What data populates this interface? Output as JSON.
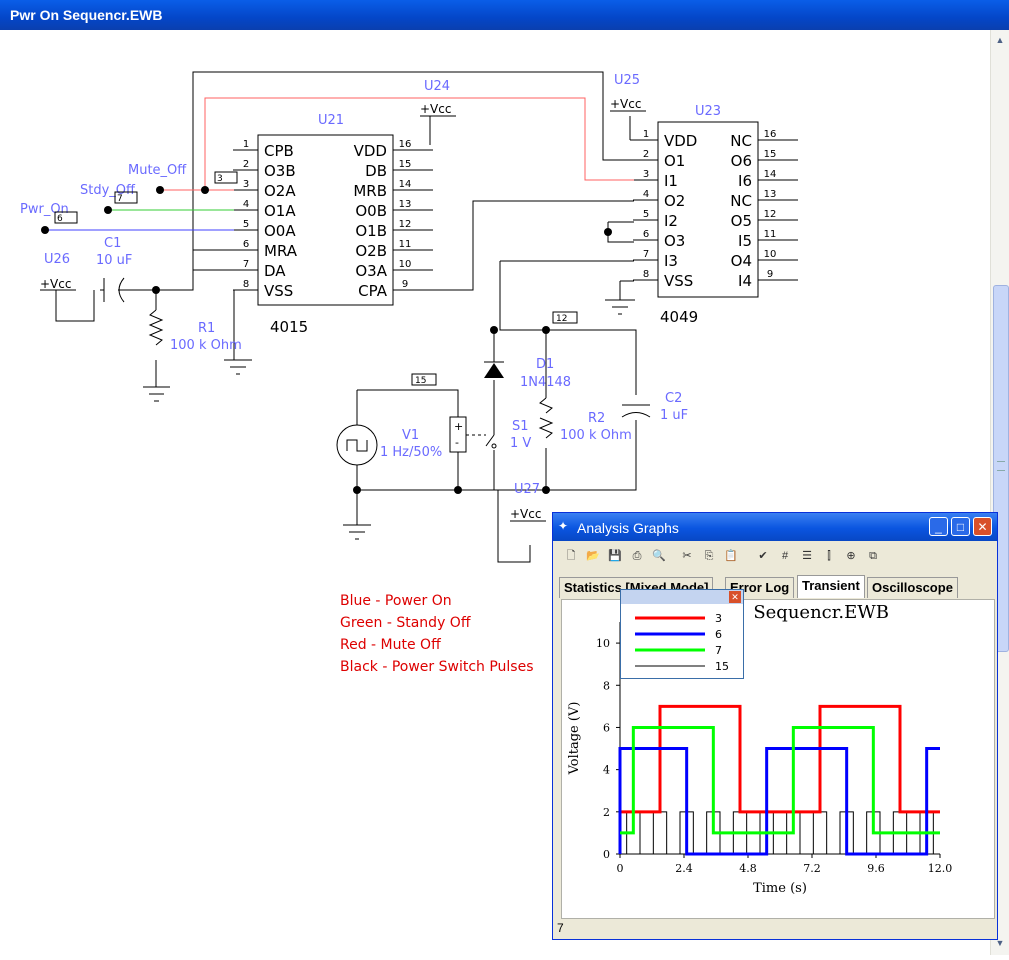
{
  "window": {
    "title": "Pwr On Sequencr.EWB"
  },
  "schematic": {
    "u21": {
      "ref": "U21",
      "part": "4015",
      "left_pins": [
        "CPB",
        "O3B",
        "O2A",
        "O1A",
        "O0A",
        "MRA",
        "DA",
        "VSS"
      ],
      "left_nums": [
        "1",
        "2",
        "3",
        "4",
        "5",
        "6",
        "7",
        "8"
      ],
      "right_pins": [
        "VDD",
        "DB",
        "MRB",
        "O0B",
        "O1B",
        "O2B",
        "O3A",
        "CPA"
      ],
      "right_nums": [
        "16",
        "15",
        "14",
        "13",
        "12",
        "11",
        "10",
        "9"
      ]
    },
    "u23": {
      "ref": "U23",
      "part": "4049",
      "left_pins": [
        "VDD",
        "O1",
        "I1",
        "O2",
        "I2",
        "O3",
        "I3",
        "VSS"
      ],
      "left_nums": [
        "1",
        "2",
        "3",
        "4",
        "5",
        "6",
        "7",
        "8"
      ],
      "right_pins": [
        "NC",
        "O6",
        "I6",
        "NC",
        "O5",
        "I5",
        "O4",
        "I4"
      ],
      "right_nums": [
        "16",
        "15",
        "14",
        "13",
        "12",
        "11",
        "10",
        "9"
      ]
    },
    "labels": {
      "u24": "U24",
      "u25": "U25",
      "u26": "U26",
      "u27": "U27",
      "vcc": "+Vcc",
      "mute": "Mute_Off",
      "stdy": "Stdy_Off",
      "pwr": "Pwr_On",
      "c1": "C1",
      "c1v": "10 uF",
      "r1": "R1",
      "r1v": "100 k Ohm",
      "d1": "D1",
      "d1v": "1N4148",
      "r2": "R2",
      "r2v": "100 k Ohm",
      "c2": "C2",
      "c2v": "1 uF",
      "v1": "V1",
      "v1v": "1 Hz/50%",
      "s1": "S1",
      "s1v": "1 V",
      "n3": "3",
      "n7": "7",
      "n6": "6",
      "n12": "12",
      "n15": "15"
    },
    "notes": [
      "Blue - Power On",
      "Green - Standy Off",
      "Red - Mute Off",
      "Black - Power Switch Pulses"
    ]
  },
  "analysis": {
    "title": "Analysis Graphs",
    "tabs": [
      "Statistics [Mixed Mode]",
      "Error Log",
      "Transient",
      "Oscilloscope"
    ],
    "active_tab": "Transient",
    "plot_title": "Sequencr.EWB",
    "status": "7"
  },
  "chart_data": {
    "type": "line",
    "title": "Sequencr.EWB",
    "xlabel": "Time (s)",
    "ylabel": "Voltage (V)",
    "xlim": [
      0,
      12
    ],
    "ylim": [
      0,
      11
    ],
    "xticks": [
      "0",
      "2.4",
      "4.8",
      "7.2",
      "9.6",
      "12.0"
    ],
    "yticks": [
      "0",
      "2",
      "4",
      "6",
      "8",
      "10"
    ],
    "legend_position": "top-left",
    "series": [
      {
        "name": "3",
        "color": "#ff0000",
        "x": [
          0,
          1.5,
          1.5,
          4.5,
          4.5,
          7.5,
          7.5,
          10.5,
          10.5,
          12
        ],
        "y": [
          2,
          2,
          7,
          7,
          2,
          2,
          7,
          7,
          2,
          2
        ]
      },
      {
        "name": "6",
        "color": "#0000ff",
        "x": [
          0,
          0,
          2.5,
          2.5,
          5.5,
          5.5,
          8.5,
          8.5,
          11.5,
          11.5,
          12
        ],
        "y": [
          0,
          5,
          5,
          0,
          0,
          5,
          5,
          0,
          0,
          5,
          5
        ]
      },
      {
        "name": "7",
        "color": "#00ff00",
        "x": [
          0,
          0.5,
          0.5,
          3.5,
          3.5,
          6.5,
          6.5,
          9.5,
          9.5,
          12
        ],
        "y": [
          1,
          1,
          6,
          6,
          1,
          1,
          6,
          6,
          1,
          1
        ]
      },
      {
        "name": "15",
        "color": "#000000",
        "x": [
          0,
          0.25,
          0.25,
          0.75,
          0.75,
          1.25,
          1.25,
          1.75,
          1.75,
          2.25,
          2.25,
          2.75,
          2.75,
          3.25,
          3.25,
          3.75,
          3.75,
          4.25,
          4.25,
          4.75,
          4.75,
          5.25,
          5.25,
          5.75,
          5.75,
          6.25,
          6.25,
          6.75,
          6.75,
          7.25,
          7.25,
          7.75,
          7.75,
          8.25,
          8.25,
          8.75,
          8.75,
          9.25,
          9.25,
          9.75,
          9.75,
          10.25,
          10.25,
          10.75,
          10.75,
          11.25,
          11.25,
          11.75,
          11.75,
          12
        ],
        "y": [
          0,
          0,
          2,
          2,
          0,
          0,
          2,
          2,
          0,
          0,
          2,
          2,
          0,
          0,
          2,
          2,
          0,
          0,
          2,
          2,
          0,
          0,
          2,
          2,
          0,
          0,
          2,
          2,
          0,
          0,
          2,
          2,
          0,
          0,
          2,
          2,
          0,
          0,
          2,
          2,
          0,
          0,
          2,
          2,
          0,
          0,
          2,
          2,
          0,
          0
        ]
      }
    ]
  }
}
